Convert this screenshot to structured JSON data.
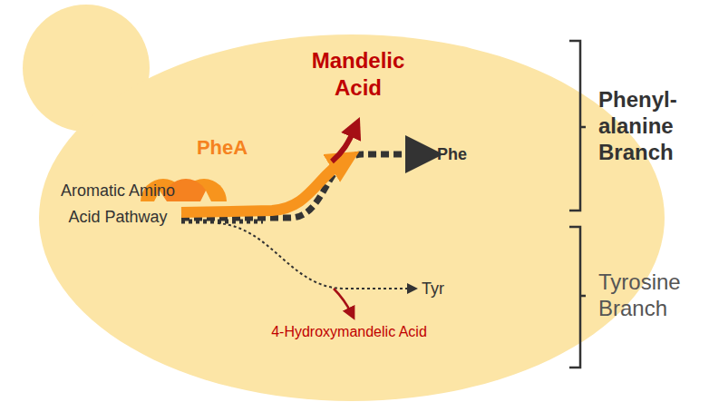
{
  "diagram": {
    "labels": [
      "PheA",
      "Mandelic Acid",
      "Aromatic Amino Acid Pathway",
      "Phe",
      "Tyr",
      "4-Hydroxymandelic Acid",
      "Phenyl- alanine Branch",
      "Tyrosine Branch"
    ]
  }
}
